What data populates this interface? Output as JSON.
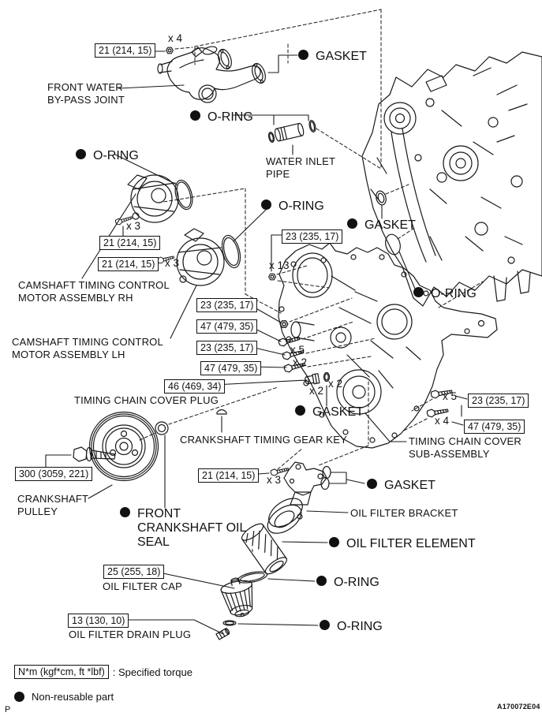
{
  "figure": {
    "page_marker": "P",
    "figure_code": "A170072E04"
  },
  "legend": {
    "torque_unit_box": "N*m (kgf*cm, ft *lbf)",
    "torque_meaning": ": Specified torque",
    "non_reusable": "Non-reusable part"
  },
  "parts": {
    "front_water_bypass_joint": "FRONT WATER BY-PASS JOINT",
    "water_inlet_pipe": "WATER INLET PIPE",
    "camshaft_timing_control_motor_rh": "CAMSHAFT TIMING CONTROL MOTOR ASSEMBLY RH",
    "camshaft_timing_control_motor_lh": "CAMSHAFT TIMING CONTROL MOTOR ASSEMBLY LH",
    "timing_chain_cover_plug": "TIMING CHAIN COVER PLUG",
    "crankshaft_timing_gear_key": "CRANKSHAFT TIMING GEAR KEY",
    "crankshaft_pulley": "CRANKSHAFT PULLEY",
    "front_crankshaft_oil_seal": "FRONT CRANKSHAFT OIL SEAL",
    "timing_chain_cover_sub_assembly": "TIMING CHAIN COVER SUB-ASSEMBLY",
    "oil_filter_bracket": "OIL FILTER BRACKET",
    "oil_filter_element": "OIL FILTER ELEMENT",
    "oil_filter_cap": "OIL FILTER CAP",
    "oil_filter_drain_plug": "OIL FILTER DRAIN PLUG",
    "gasket": "GASKET",
    "oring": "O-RING"
  },
  "torques": [
    "21 (214, 15)",
    "21 (214, 15)",
    "21 (214, 15)",
    "23 (235, 17)",
    "23 (235, 17)",
    "47 (479, 35)",
    "23 (235, 17)",
    "47 (479, 35)",
    "46 (469, 34)",
    "23 (235, 17)",
    "47 (479, 35)",
    "300 (3059, 221)",
    "21 (214, 15)",
    "25 (255, 18)",
    "13 (130, 10)"
  ],
  "quantities": [
    "x 4",
    "x 3",
    "x 3",
    "x 13",
    "x 5",
    "x 2",
    "x 2",
    "x 2",
    "x 5",
    "x 4",
    "x 3"
  ]
}
